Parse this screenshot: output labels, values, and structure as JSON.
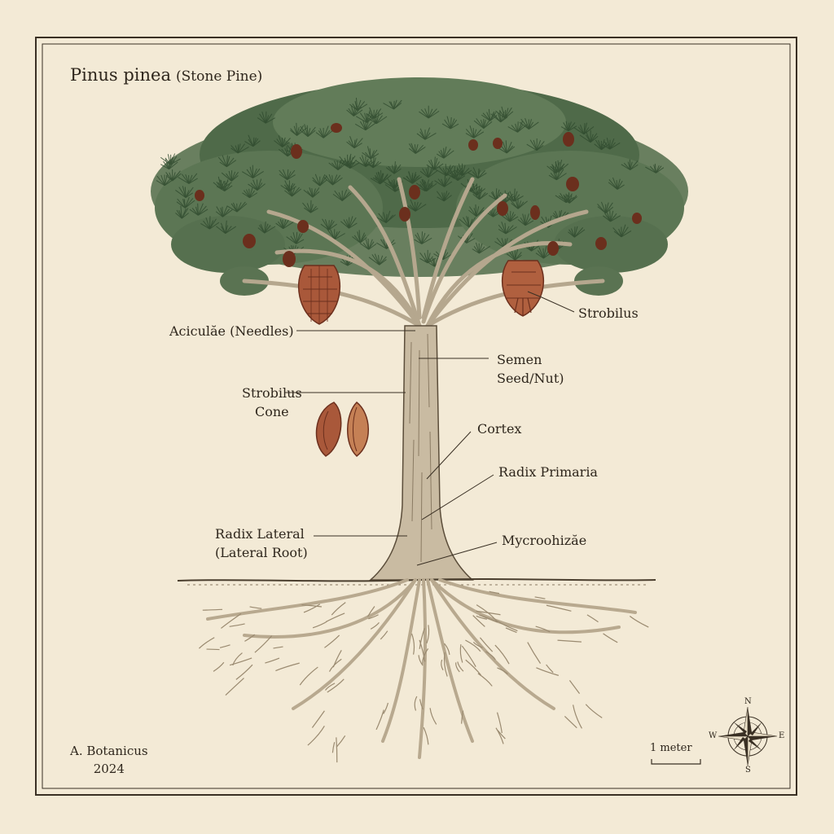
{
  "title": {
    "latin": "Pinus pinea",
    "common": "(Stone Pine)"
  },
  "labels": {
    "aciculae": "Aciculăe (Needles)",
    "strobilus_right": "Strobilus",
    "semen_line1": "Semen",
    "semen_line2": "Seed/Nut)",
    "strobilus_left_line1": "Strobilus",
    "strobilus_left_line2": "Cone",
    "cortex": "Cortex",
    "radix_primaria": "Radix Primaria",
    "radix_lateral_line1": "Radix Lateral",
    "radix_lateral_line2": "(Lateral Root)",
    "mycorrhizae": "Mycroohizăe"
  },
  "signature": {
    "name": "A. Botanicus",
    "year": "2024"
  },
  "scale_bar": {
    "label": "1 meter"
  },
  "compass": {
    "north": "N",
    "south": "S",
    "east": "E",
    "west": "W"
  },
  "colors": {
    "paper": "#f3ead6",
    "ink": "#2e261c",
    "needles": "#5a7352",
    "needles_dark": "#3f5a3c",
    "bark": "#c9bba2",
    "cone": "#a9583a",
    "cone_dark": "#6b2f1d"
  }
}
